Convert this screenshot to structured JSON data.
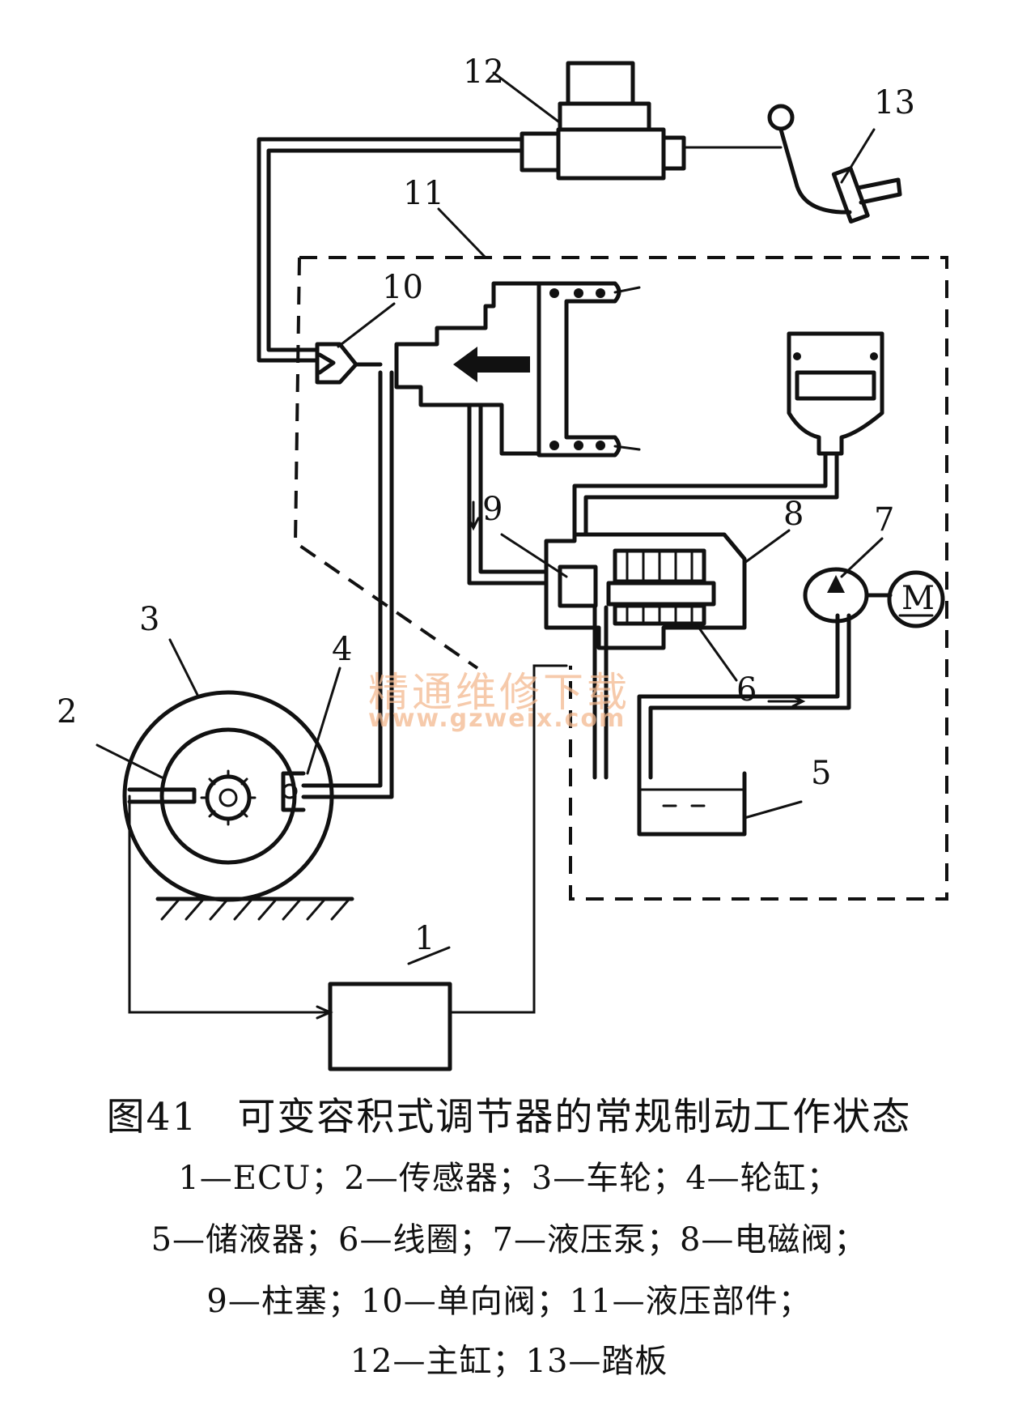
{
  "diagram": {
    "callouts": {
      "c1": "1",
      "c2": "2",
      "c3": "3",
      "c4": "4",
      "c5": "5",
      "c6": "6",
      "c7": "7",
      "c8": "8",
      "c9": "9",
      "c10": "10",
      "c11": "11",
      "c12": "12",
      "c13": "13"
    },
    "motor_symbol": "M",
    "watermark_cn": "精通维修下载",
    "watermark_url": "www.gzweix.com"
  },
  "caption": "图41　可变容积式调节器的常规制动工作状态",
  "legend": {
    "line1": "1—ECU；2—传感器；3—车轮；4—轮缸；",
    "line2": "5—储液器；6—线圈；7—液压泵；8—电磁阀；",
    "line3": "9—柱塞；10—单向阀；11—液压部件；",
    "line4": "12—主缸；13—踏板"
  }
}
